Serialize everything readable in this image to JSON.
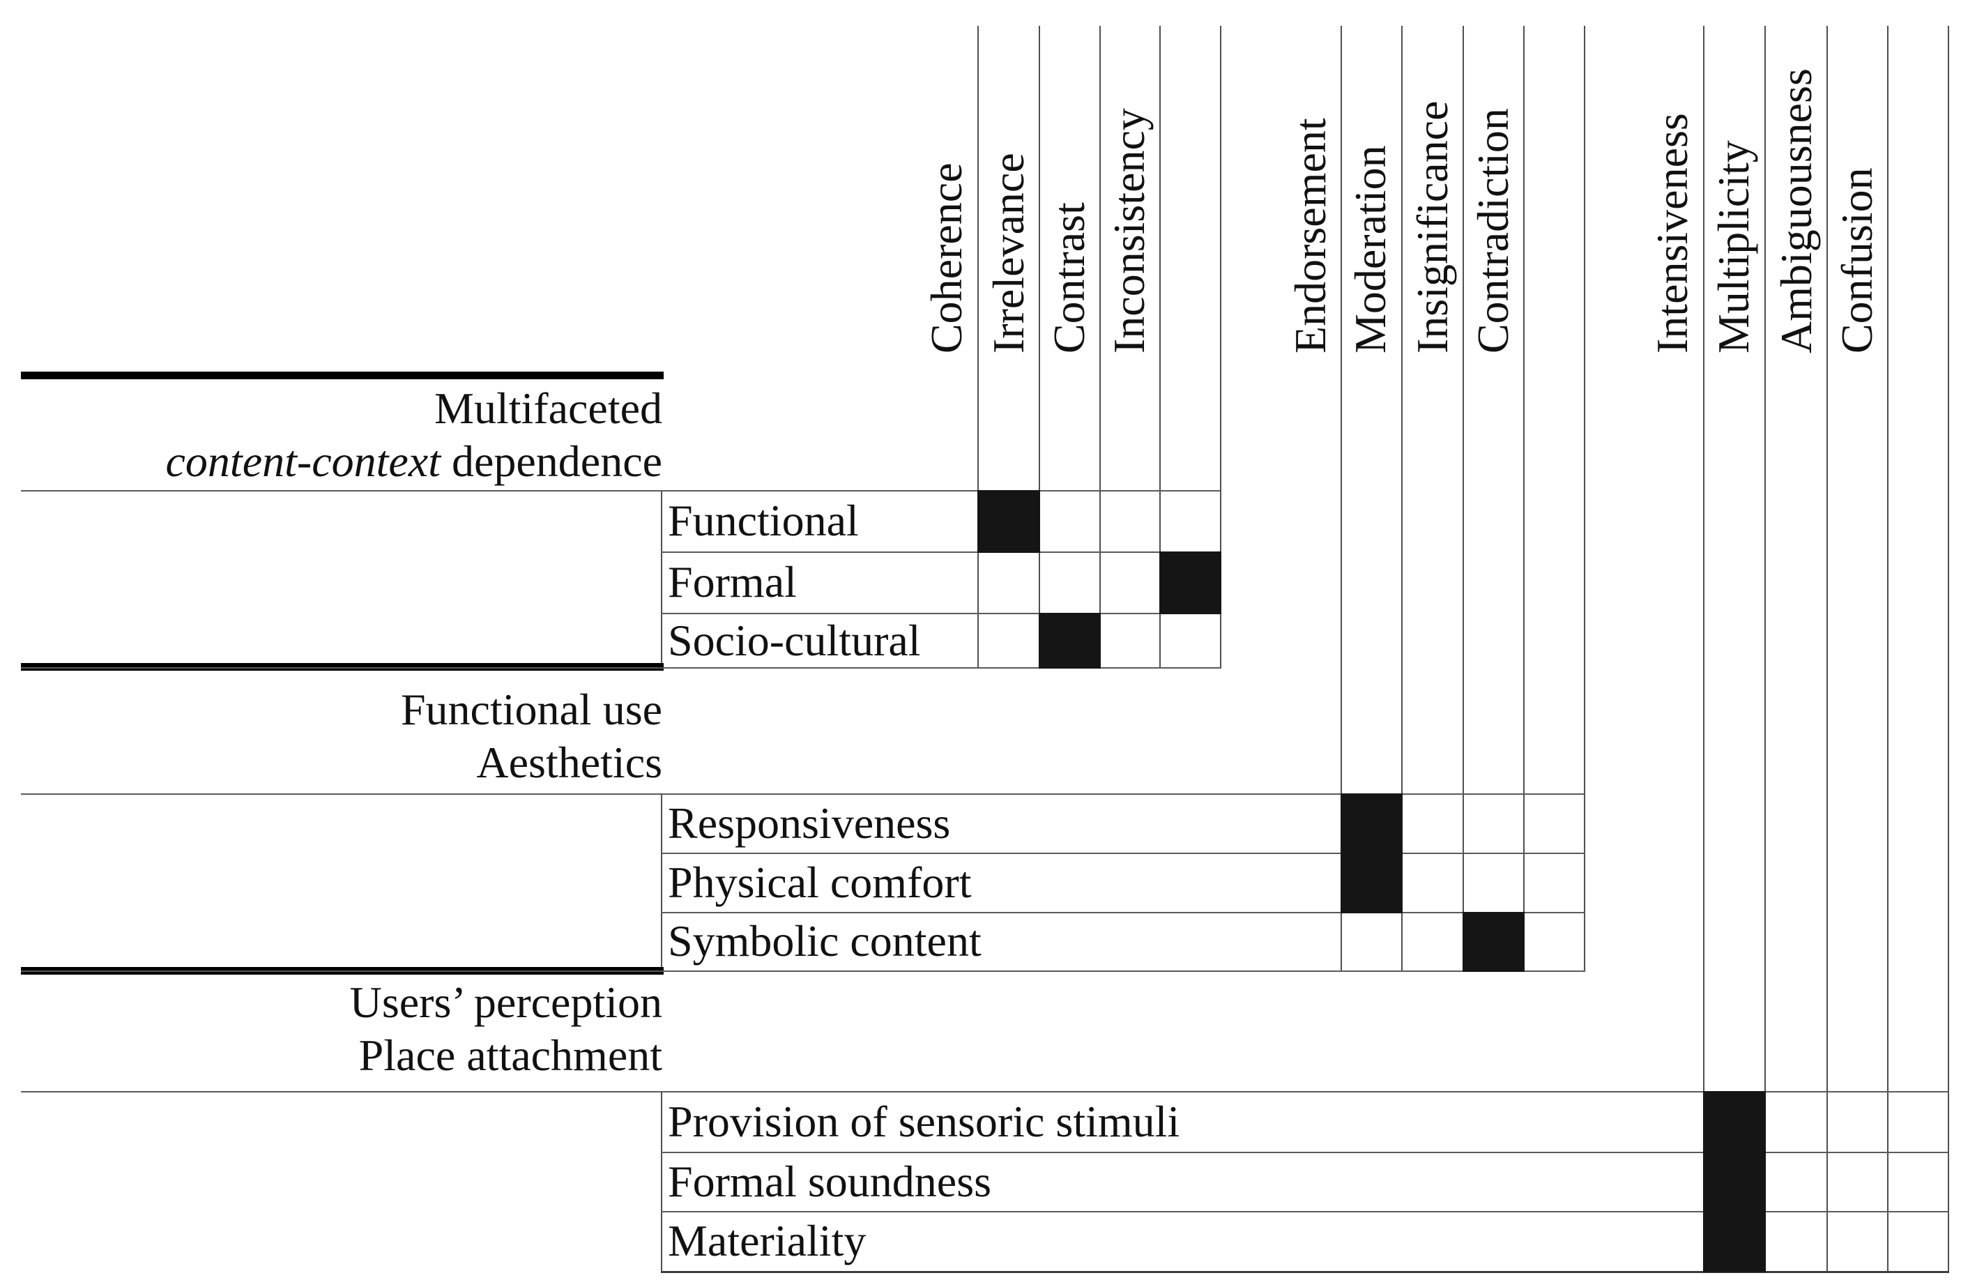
{
  "figure": {
    "colors": {
      "background": "#ffffff",
      "grid_line": "#555555",
      "thick_rule": "#000000",
      "filled_cell": "#151515",
      "text": "#111111"
    },
    "column_groups": [
      {
        "columns": [
          "Coherence",
          "Irrelevance",
          "Contrast",
          "Inconsistency"
        ]
      },
      {
        "columns": [
          "Endorsement",
          "Moderation",
          "Insignificance",
          "Contradiction"
        ]
      },
      {
        "columns": [
          "Intensiveness",
          "Multiplicity",
          "Ambiguousness",
          "Confusion"
        ]
      }
    ],
    "sections": [
      {
        "heading_line1": "Multifaceted",
        "heading_line2_italic": "content-context",
        "heading_line2_rest": " dependence",
        "rows": [
          "Functional",
          "Formal",
          "Socio-cultural"
        ],
        "filled": [
          [
            "Functional",
            "Coherence"
          ],
          [
            "Formal",
            "Inconsistency"
          ],
          [
            "Socio-cultural",
            "Irrelevance"
          ]
        ]
      },
      {
        "heading_line1": "Functional use",
        "heading_line2": "Aesthetics",
        "rows": [
          "Responsiveness",
          "Physical comfort",
          "Symbolic content"
        ],
        "filled": [
          [
            "Responsiveness",
            "Endorsement"
          ],
          [
            "Physical comfort",
            "Endorsement"
          ],
          [
            "Symbolic content",
            "Insignificance"
          ]
        ]
      },
      {
        "heading_line1": "Users’ perception",
        "heading_line2": "Place attachment",
        "rows": [
          "Provision of sensoric stimuli",
          "Formal soundness",
          "Materiality"
        ],
        "filled": [
          [
            "Provision of sensoric stimuli",
            "Intensiveness"
          ],
          [
            "Formal soundness",
            "Intensiveness"
          ],
          [
            "Materiality",
            "Intensiveness"
          ]
        ]
      }
    ]
  }
}
